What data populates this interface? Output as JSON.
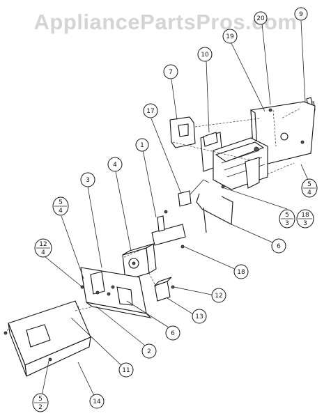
{
  "watermark": "AppliancePartsPros.com",
  "callouts": {
    "c1": "1",
    "c2": "2",
    "c3": "3",
    "c4": "4",
    "c6a": "6",
    "c6b": "6",
    "c7": "7",
    "c9": "9",
    "c10": "10",
    "c11": "11",
    "c12": "12",
    "c13": "13",
    "c14": "14",
    "c17": "17",
    "c18": "18",
    "c19": "19",
    "c20": "20"
  },
  "fractions": {
    "f1": {
      "top": "5",
      "bottom": "4"
    },
    "f2": {
      "top": "5",
      "bottom": "4"
    },
    "f3": {
      "top": "12",
      "bottom": "4"
    },
    "f4": {
      "top": "5",
      "bottom": "3"
    },
    "f5": {
      "top": "18",
      "bottom": "3"
    },
    "f6": {
      "top": "5",
      "bottom": "2"
    }
  }
}
